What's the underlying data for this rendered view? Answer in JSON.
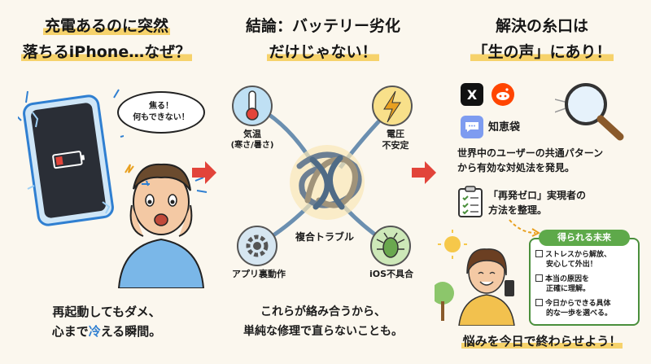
{
  "panel1": {
    "title_line1": "充電あるのに突然",
    "title_line2": "落ちるiPhone…なぜ？",
    "bubble_line1": "焦る！",
    "bubble_line2": "何もできない！",
    "caption_line1": "再起動してもダメ、",
    "caption_line2a": "心まで",
    "caption_line2b": "冷",
    "caption_line2c": "える瞬間。"
  },
  "panel2": {
    "title_line1": "結論：バッテリー劣化",
    "title_line2": "だけじゃない！",
    "label_temp_line1": "気温",
    "label_temp_line2": "(寒さ/暑さ)",
    "label_voltage_line1": "電圧",
    "label_voltage_line2": "不安定",
    "label_center": "複合トラブル",
    "label_app": "アプリ裏動作",
    "label_ios": "iOS不具合",
    "caption_line1": "これらが絡み合うから、",
    "caption_line2": "単純な修理で直らないことも。"
  },
  "panel3": {
    "title_line1": "解決の糸口は",
    "title_line2": "「生の声」にあり！",
    "logo_x": "X",
    "chiebukuro": "知恵袋",
    "text_line1": "世界中のユーザーの共通パターン",
    "text_line2": "から有効な対処法を発見。",
    "clip_line1": "「再発ゼロ」実現者の",
    "clip_line2": "方法を整理。",
    "box_title": "得られる未来",
    "benefit1_line1": "ストレスから解放、",
    "benefit1_line2": "安心して外出！",
    "benefit2_line1": "本当の原因を",
    "benefit2_line2": "正確に理解。",
    "benefit3_line1": "今日からできる具体",
    "benefit3_line2": "的な一歩を選べる。",
    "caption": "悩みを今日で終わらせよう！"
  },
  "colors": {
    "arrow": "#e2443a",
    "highlight": "#f6d26b",
    "cold_blue": "#2f7fd1",
    "green": "#5ea94a",
    "reddit": "#ff4500"
  }
}
